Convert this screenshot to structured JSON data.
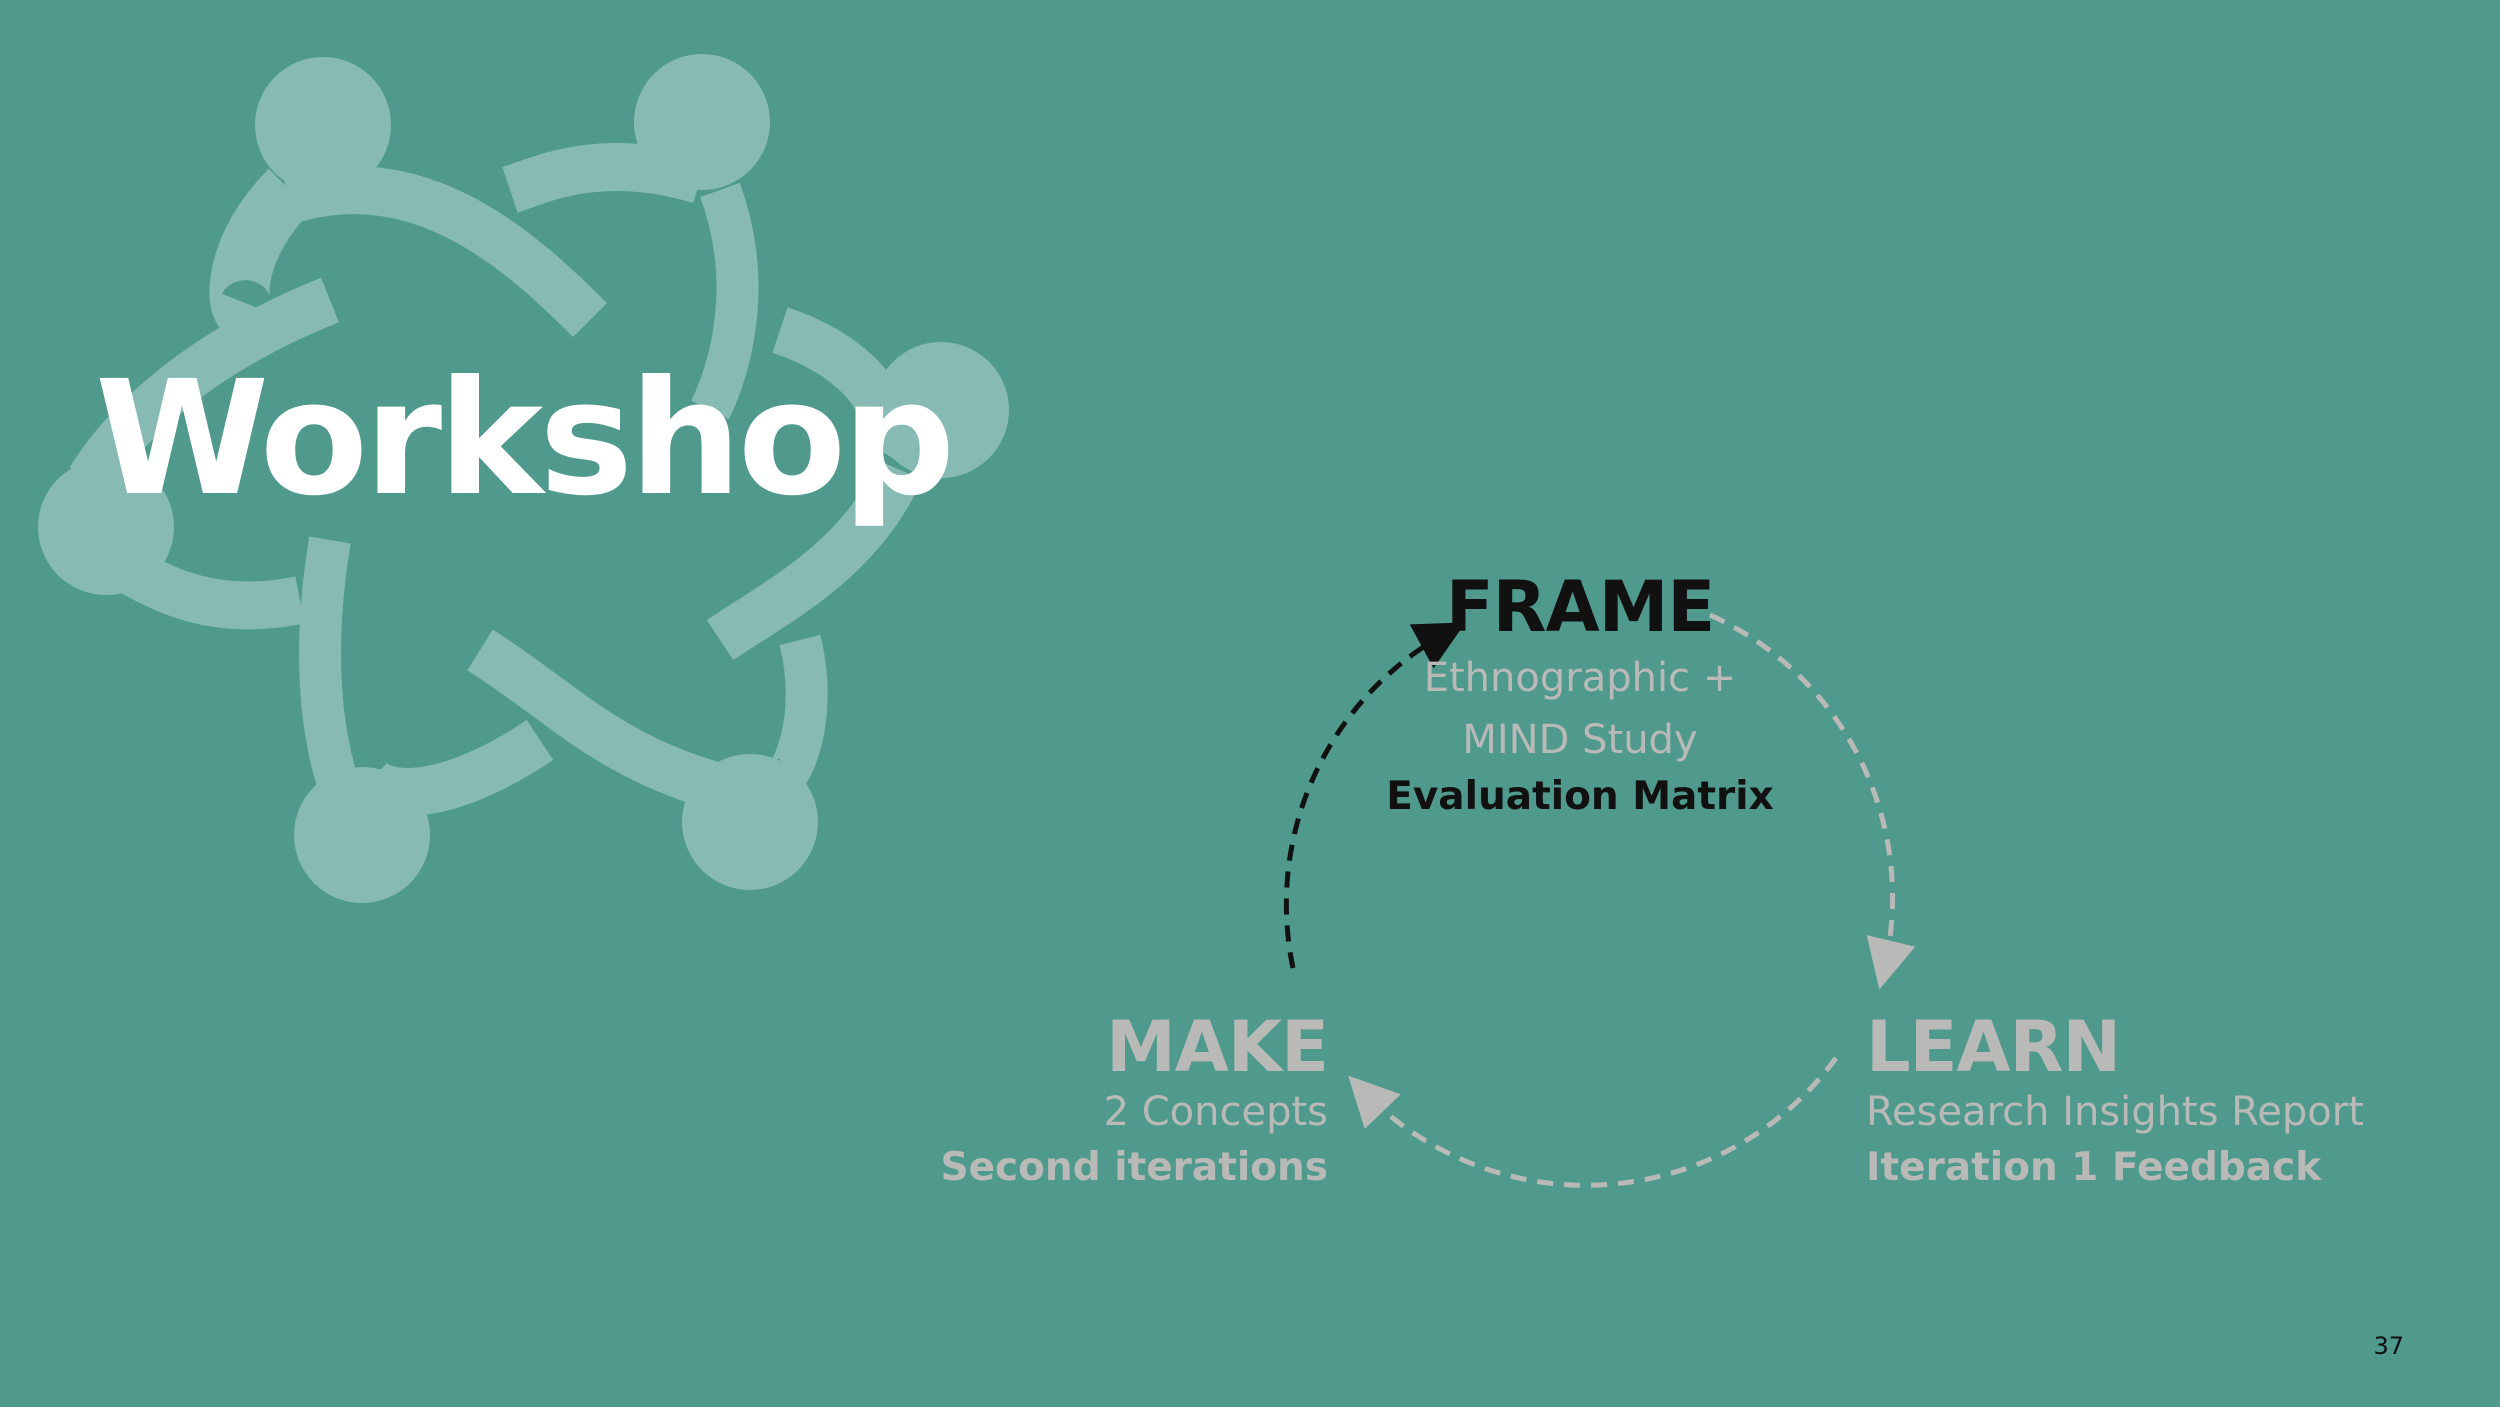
{
  "slide": {
    "title": "Workshop",
    "page_number": "37"
  },
  "cycle": {
    "frame": {
      "heading": "FRAME",
      "line1": "Ethnographic +",
      "line2": "MIND Study",
      "line3": "Evaluation Matrix"
    },
    "learn": {
      "heading": "LEARN",
      "line1": "Research Insights Report",
      "line2": "Iteration 1 Feedback"
    },
    "make": {
      "heading": "MAKE",
      "line1": "2 Concepts",
      "line2": "Second iterations"
    }
  },
  "colors": {
    "background": "#4f9a8d",
    "logo": "#86bab2",
    "active": "#111111",
    "inactive": "#b9bab8",
    "title": "#ffffff"
  },
  "icons": [
    "team-circle-icon",
    "dashed-cycle-arrows"
  ]
}
